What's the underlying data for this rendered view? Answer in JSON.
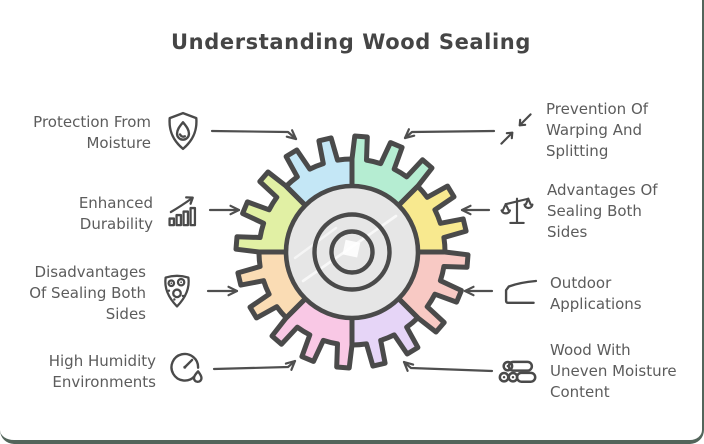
{
  "title": "Understanding Wood Sealing",
  "labels": {
    "left": [
      {
        "text": "Protection From Moisture",
        "icon": "shield-droplet-icon"
      },
      {
        "text": "Enhanced Durability",
        "icon": "growth-chart-icon"
      },
      {
        "text": "Disadvantages Of Sealing Both Sides",
        "icon": "dotted-badge-icon"
      },
      {
        "text": "High Humidity Environments",
        "icon": "humidity-gauge-icon"
      }
    ],
    "right": [
      {
        "text": "Prevention Of Warping And Splitting",
        "icon": "compress-arrows-icon"
      },
      {
        "text": "Advantages Of Sealing Both Sides",
        "icon": "balance-scale-icon"
      },
      {
        "text": "Outdoor Applications",
        "icon": "house-icon"
      },
      {
        "text": "Wood With Uneven Moisture Content",
        "icon": "wood-logs-icon"
      }
    ]
  },
  "gear": {
    "outline": "#4a4a4a",
    "hub": "#e6e6e6",
    "segments": [
      {
        "name": "top-right",
        "color": "#b5edd2"
      },
      {
        "name": "right-upper",
        "color": "#f8e98f"
      },
      {
        "name": "right-lower",
        "color": "#f8c9c4"
      },
      {
        "name": "bottom-right",
        "color": "#e6d5f7"
      },
      {
        "name": "bottom-left",
        "color": "#f9c8e5"
      },
      {
        "name": "left-lower",
        "color": "#fadcb4"
      },
      {
        "name": "left-upper",
        "color": "#e1f0a4"
      },
      {
        "name": "top-left",
        "color": "#c4e7f6"
      }
    ]
  },
  "colors": {
    "background": "#ffffff",
    "card_border": "#53655b",
    "title_text": "#454545",
    "label_text": "#5c5c5c",
    "connector_line": "#4f4f4f",
    "icon_stroke": "#4a4a4a"
  }
}
